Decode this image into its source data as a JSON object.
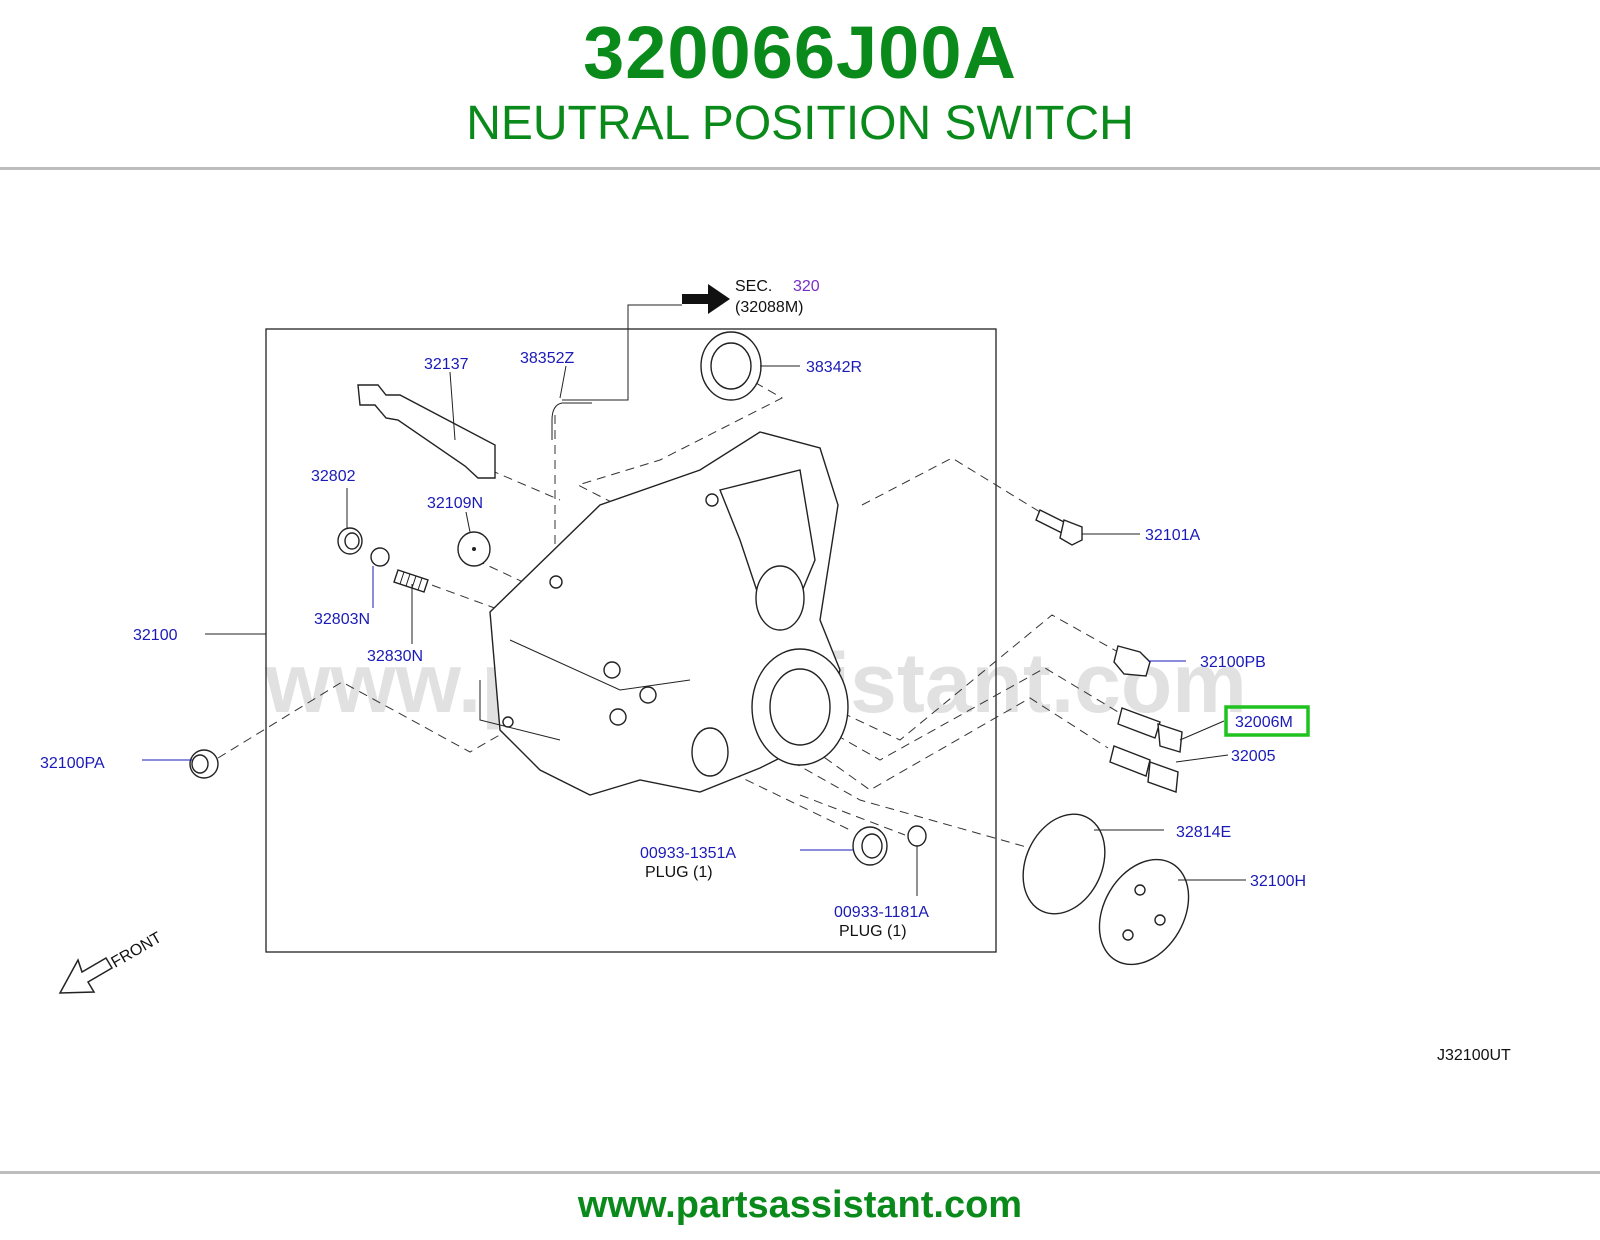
{
  "header": {
    "part_number": "320066J00A",
    "part_name": "NEUTRAL POSITION SWITCH"
  },
  "diagram": {
    "sec_label": "SEC.",
    "sec_number": "320",
    "sec_sub": "(32088M)",
    "labels": {
      "p32137": "32137",
      "p38352Z": "38352Z",
      "p38342R": "38342R",
      "p32802": "32802",
      "p32109N": "32109N",
      "p32101A": "32101A",
      "p32803N": "32803N",
      "p32830N": "32830N",
      "p32100": "32100",
      "p32100PB": "32100PB",
      "p32006M": "32006M",
      "p32005": "32005",
      "p32100PA": "32100PA",
      "p32814E": "32814E",
      "p00933_1351A": "00933-1351A",
      "plug1": "PLUG   (1)",
      "p32100H": "32100H",
      "p00933_1181A": "00933-1181A",
      "plug2": "PLUG   (1)",
      "front": "FRONT",
      "diagram_code": "J32100UT"
    },
    "highlight_color": "#1fc21f",
    "watermark": "www.partsassistant.com"
  },
  "footer": {
    "url": "www.partsassistant.com"
  }
}
